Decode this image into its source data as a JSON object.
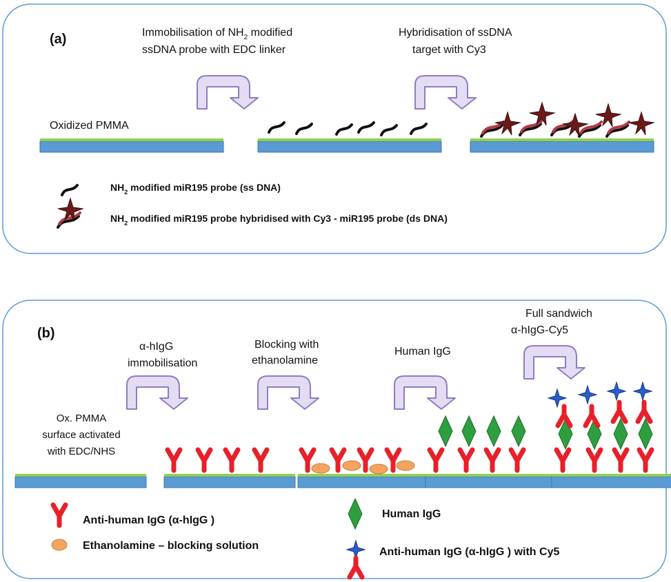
{
  "colors": {
    "panel_border": "#5B9BD5",
    "substrate_fill": "#5B9BD5",
    "substrate_top": "#92D050",
    "arrow_fill": "#E4DCF2",
    "arrow_stroke": "#8E7CC3",
    "antibody": "#E8202A",
    "human_igg": "#2E9E3E",
    "ethanolamine": "#F4A460",
    "cy3_star": "#6B1A1A",
    "cy5_star": "#2B5CC8",
    "dna_strand": "#111111",
    "dna_cy3": "#B23A48"
  },
  "panel_a": {
    "label": "(a)",
    "step1": {
      "line1_pre": "Immobilisation of NH",
      "line1_sub": "2",
      "line1_post": " modified",
      "line2": "ssDNA probe with EDC linker"
    },
    "step2": {
      "line1": "Hybridisation of ssDNA",
      "line2": "target with Cy3"
    },
    "substrate_label": "Oxidized PMMA",
    "legend": [
      {
        "icon": "ssdna-strand-icon",
        "pre": "NH",
        "sub": "2",
        "post": " modified miR195 probe (ss DNA)"
      },
      {
        "icon": "dsdna-cy3-icon",
        "pre": "NH",
        "sub": "2",
        "post": " modified miR195 probe hybridised with Cy3 - miR195 probe (ds DNA)"
      }
    ]
  },
  "panel_b": {
    "label": "(b)",
    "substrate_label": [
      "Ox. PMMA",
      "surface activated",
      "with EDC/NHS"
    ],
    "steps": [
      {
        "lines": [
          "α-hIgG",
          "immobilisation"
        ]
      },
      {
        "lines": [
          "Blocking with",
          "ethanolamine"
        ]
      },
      {
        "lines": [
          "Human IgG"
        ]
      },
      {
        "lines": [
          "Full sandwich",
          "α-hIgG-Cy5"
        ]
      }
    ],
    "legend": [
      {
        "icon": "antibody-y-icon",
        "text": "Anti-human IgG (α-hIgG )"
      },
      {
        "icon": "ethanolamine-oval-icon",
        "text": "Ethanolamine – blocking solution"
      },
      {
        "icon": "human-igg-diamond-icon",
        "text": "Human IgG"
      },
      {
        "icon": "antibody-cy5-icon",
        "text": "Anti-human IgG (α-hIgG ) with Cy5"
      }
    ]
  }
}
